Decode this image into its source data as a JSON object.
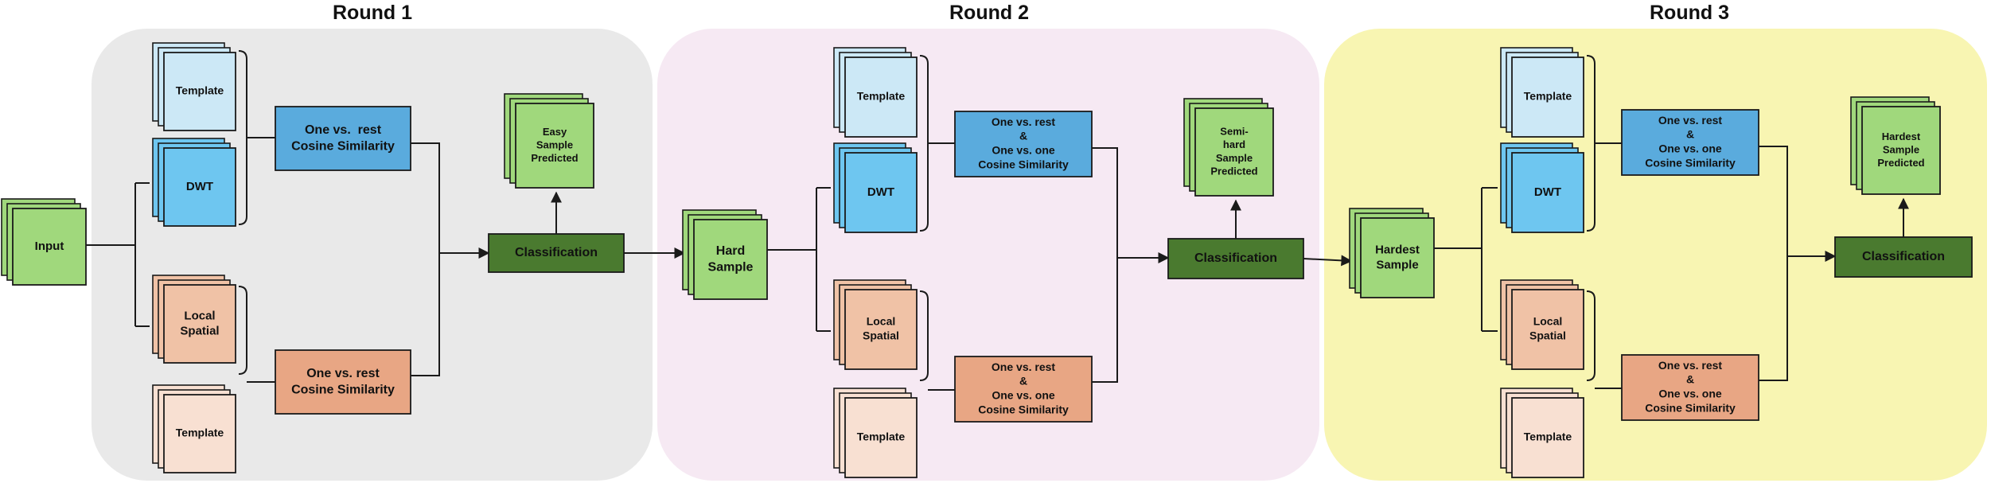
{
  "colors": {
    "round1_bg": "#e9e9e9",
    "round2_bg": "#f6e9f3",
    "round3_bg": "#f8f5b2",
    "green_light": "#a0d87c",
    "green_dark": "#4a7a2f",
    "blue_light": "#cce8f6",
    "blue_mid": "#6ec6f0",
    "blue_box": "#5aabdd",
    "peach_light": "#f8e0d2",
    "peach_mid": "#f0c2a6",
    "peach_box": "#e8a684",
    "stroke": "#1a1a1a"
  },
  "input": {
    "label": "Input"
  },
  "rounds": [
    {
      "title": "Round 1",
      "template_top": "Template",
      "dwt": "DWT",
      "local_spatial": [
        "Local",
        "Spatial"
      ],
      "template_bottom": "Template",
      "blue_similarity": [
        "One vs.  rest",
        "Cosine Similarity"
      ],
      "peach_similarity": [
        "One vs. rest",
        "Cosine Similarity"
      ],
      "classification": "Classification",
      "predicted": [
        "Easy",
        "Sample",
        "Predicted"
      ]
    },
    {
      "title": "Round 2",
      "sample": [
        "Hard",
        "Sample"
      ],
      "template_top": "Template",
      "dwt": "DWT",
      "local_spatial": [
        "Local",
        "Spatial"
      ],
      "template_bottom": "Template",
      "blue_similarity": [
        "One vs. rest",
        "&",
        "One vs. one",
        "Cosine Similarity"
      ],
      "peach_similarity": [
        "One vs. rest",
        "&",
        "One vs. one",
        "Cosine Similarity"
      ],
      "classification": "Classification",
      "predicted": [
        "Semi-",
        "hard",
        "Sample",
        "Predicted"
      ]
    },
    {
      "title": "Round 3",
      "sample": [
        "Hardest",
        "Sample"
      ],
      "template_top": "Template",
      "dwt": "DWT",
      "local_spatial": [
        "Local",
        "Spatial"
      ],
      "template_bottom": "Template",
      "blue_similarity": [
        "One vs. rest",
        "&",
        "One vs. one",
        "Cosine Similarity"
      ],
      "peach_similarity": [
        "One vs. rest",
        "&",
        "One vs. one",
        "Cosine Similarity"
      ],
      "classification": "Classification",
      "predicted": [
        "Hardest",
        "Sample",
        "Predicted"
      ]
    }
  ]
}
